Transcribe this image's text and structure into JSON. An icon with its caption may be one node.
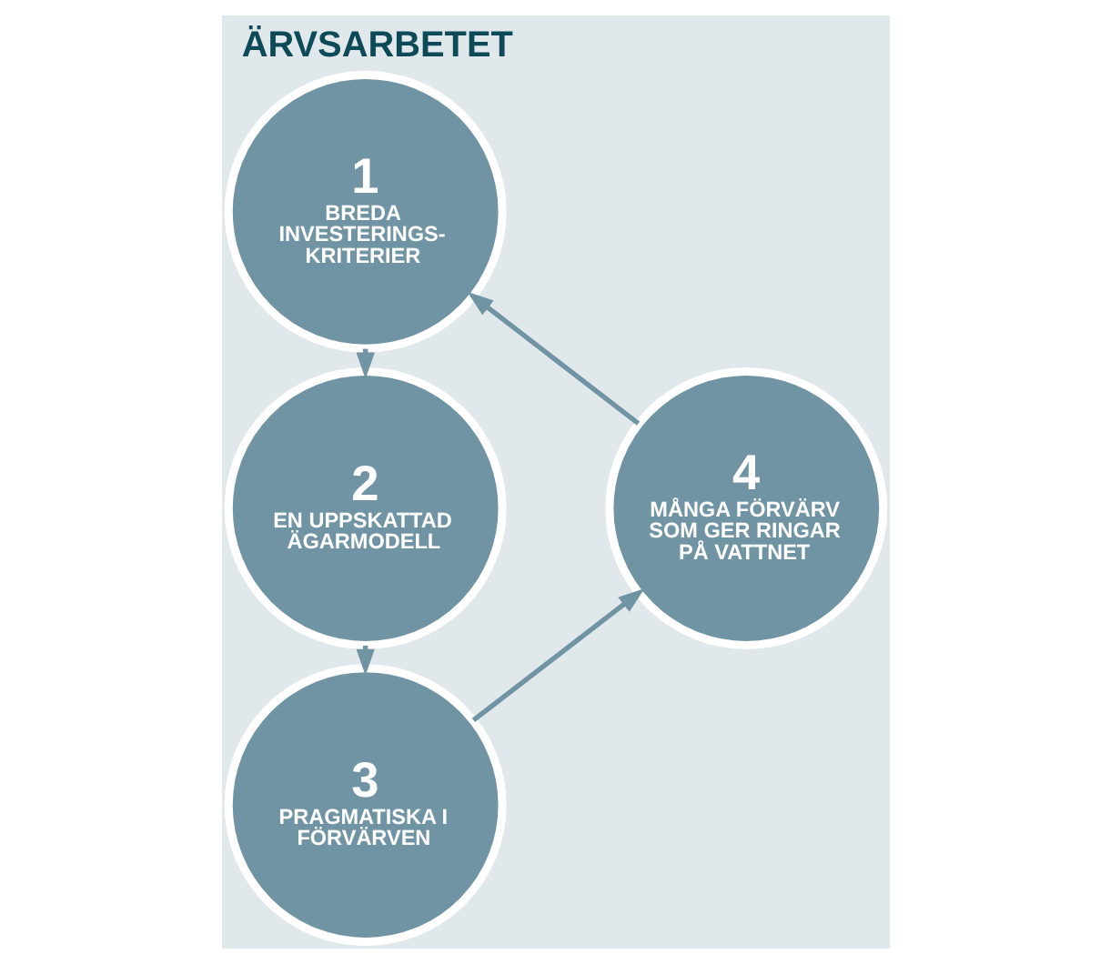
{
  "diagram": {
    "title": "ÄRVSARBETET",
    "nodes": [
      {
        "text": [
          "1",
          "BREDA INVESTERINGS-KRITERIER"
        ]
      },
      {
        "text": [
          "2",
          "EN UPPSKATTAD ÄGARMODELL"
        ]
      },
      {
        "text": [
          "3",
          "PRAGMATISKA I FÖRVÄRVEN"
        ]
      },
      {
        "text": [
          "4",
          "MÅNGA FÖRVÄRV SOM GER RINGAR PÅ VATTNET"
        ]
      }
    ],
    "edges": [
      {
        "from": 0,
        "to": 1,
        "arrow": "to"
      },
      {
        "from": 1,
        "to": 2,
        "arrow": "to"
      },
      {
        "from": 2,
        "to": 3,
        "arrow": "to"
      },
      {
        "from": 3,
        "to": 0,
        "arrow": "to"
      }
    ]
  }
}
